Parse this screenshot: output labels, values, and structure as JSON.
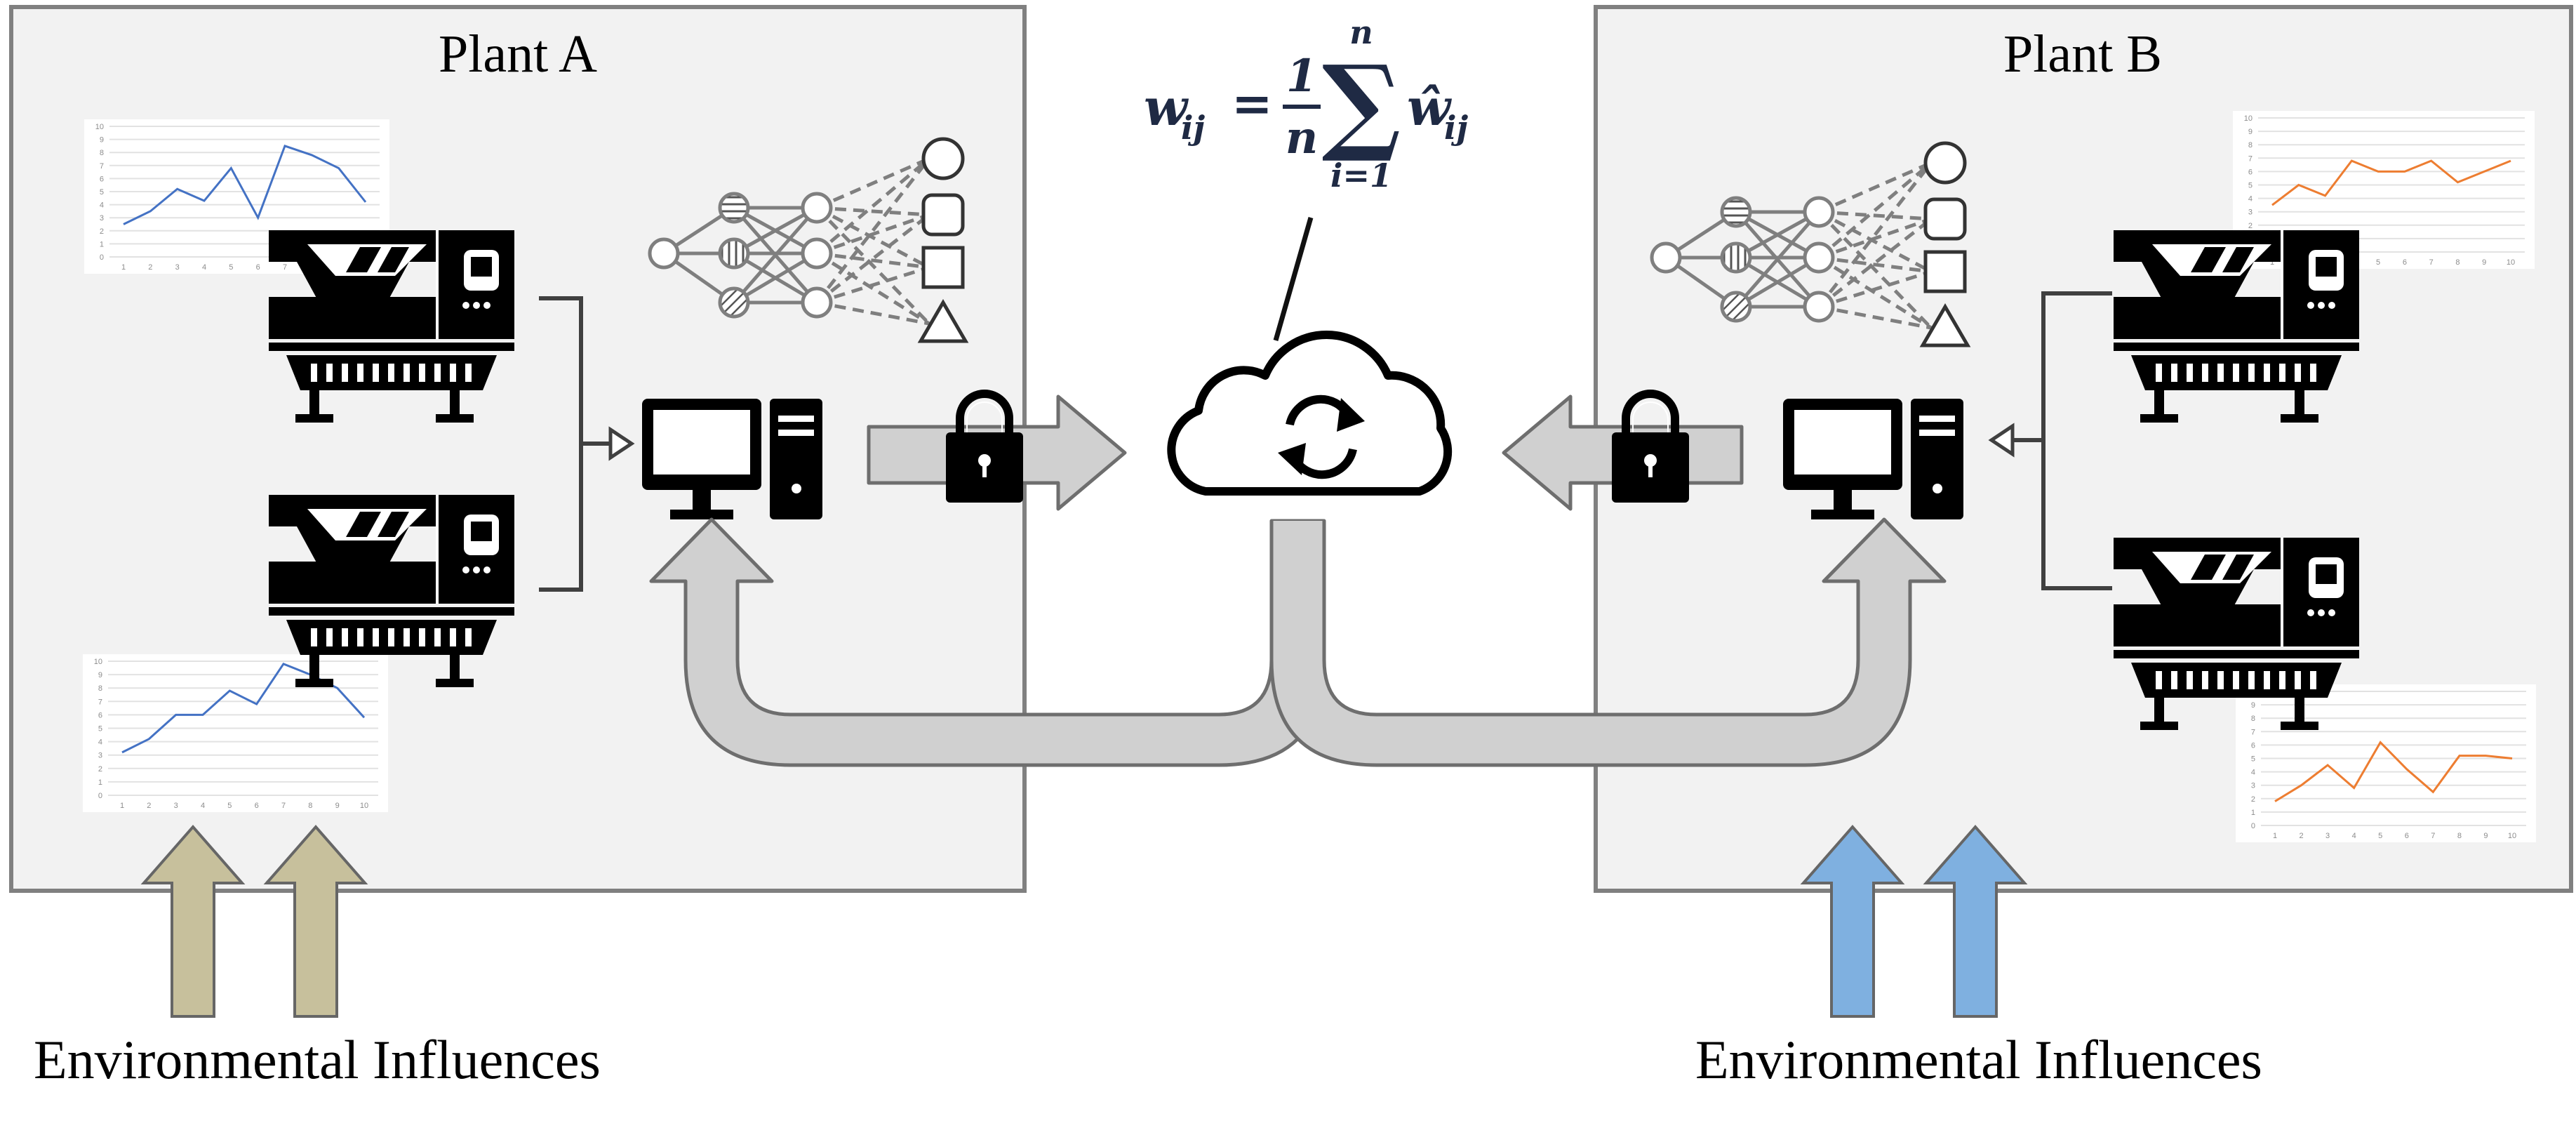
{
  "plants": {
    "a": {
      "title": "Plant A"
    },
    "b": {
      "title": "Plant B"
    }
  },
  "environment": {
    "left_label": "Environmental Influences",
    "right_label": "Environmental Influences"
  },
  "formula": {
    "lhs": "w",
    "lhs_sub": "ij",
    "equals": "=",
    "frac_num": "1",
    "frac_den": "n",
    "sum_symbol": "∑",
    "sum_upper": "n",
    "sum_lower": "i=1",
    "term": "ŵ",
    "term_sub": "ij"
  },
  "chart_ticks": {
    "y": [
      "10",
      "9",
      "8",
      "7",
      "6",
      "5",
      "4",
      "3",
      "2",
      "1",
      "0"
    ],
    "x": [
      "1",
      "2",
      "3",
      "4",
      "5",
      "6",
      "7",
      "8",
      "9",
      "10"
    ]
  },
  "mini_charts": {
    "a_top": {
      "values": [
        2.5,
        3.5,
        5.2,
        4.3,
        6.8,
        3.0,
        8.5,
        7.8,
        6.8,
        4.2
      ],
      "color": "#4472c4"
    },
    "a_bottom": {
      "values": [
        3.2,
        4.2,
        6.0,
        6.0,
        7.8,
        6.8,
        9.8,
        9.0,
        8.0,
        5.8
      ],
      "color": "#4472c4"
    },
    "b_top": {
      "values": [
        3.5,
        5.0,
        4.2,
        6.8,
        6.0,
        6.0,
        6.8,
        5.2,
        6.0,
        6.8
      ],
      "color": "#ed7d31"
    },
    "b_bottom": {
      "values": [
        1.8,
        3.0,
        4.5,
        2.8,
        6.2,
        4.2,
        2.5,
        5.2,
        5.2,
        5.0
      ],
      "color": "#ed7d31"
    }
  },
  "colors": {
    "panel_fill": "#f2f2f2",
    "panel_stroke": "#808080",
    "arrow_fill": "#d0d0d0",
    "arrow_stroke": "#6e6e6e",
    "env_left": "#c7c09c",
    "env_right": "#7fb0e0",
    "icon": "#000000"
  }
}
